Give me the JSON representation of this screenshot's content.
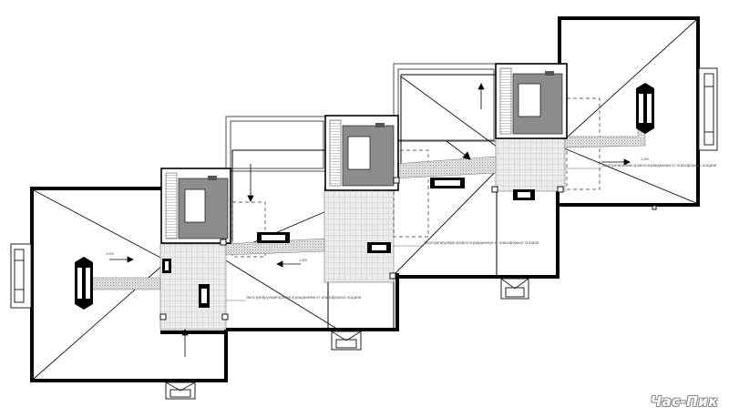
{
  "watermark": "Час-Пик",
  "notes": {
    "roof_note": "Эксплуатируемая кровля ограждением от атмосферных осадков",
    "slope_label": "1,5%"
  },
  "colors": {
    "wall": "#000000",
    "shaft_fill": "#8c8c8c",
    "paving_fill": "#e8e8e8",
    "walkway_fill": "#d6d6d6",
    "background": "#ffffff"
  },
  "icons": {
    "watermark_logo": "text-wordmark"
  }
}
